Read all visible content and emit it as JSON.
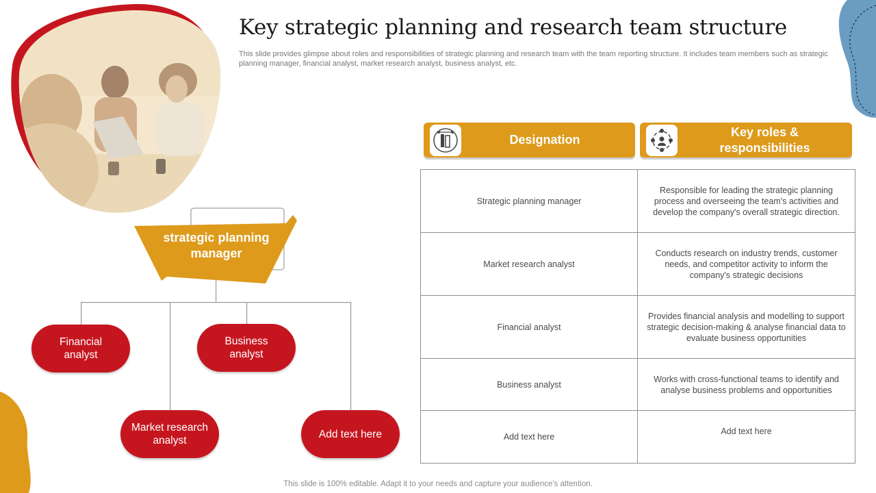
{
  "slide": {
    "title": "Key strategic planning and research team structure",
    "subtitle": "This slide provides glimpse about roles and responsibilities of strategic planning and research team with the team reporting structure. It includes team members such as strategic planning manager, financial analyst, market research analyst, business analyst, etc.",
    "footer": "This slide is 100% editable. Adapt it to your needs and capture your audience's attention."
  },
  "colors": {
    "gold": "#dd9a1b",
    "red": "#c5161f",
    "blue": "#6b9dc2",
    "photo_tint": "#f4e6cc"
  },
  "org_chart": {
    "manager": "strategic planning manager",
    "members": [
      "Financial analyst",
      "Business analyst",
      "Market research analyst",
      "Add text here"
    ]
  },
  "table": {
    "headers": [
      {
        "label": "Designation",
        "icon": "ruler-pencil-icon"
      },
      {
        "label": "Key roles & responsibilities",
        "icon": "team-network-icon"
      }
    ],
    "rows": [
      {
        "designation": "Strategic planning manager",
        "roles": "Responsible for leading the strategic planning process and overseeing the team's activities and develop the company's overall strategic direction."
      },
      {
        "designation": "Market research analyst",
        "roles": "Conducts research on industry trends, customer needs, and competitor activity to inform the company's strategic decisions"
      },
      {
        "designation": "Financial analyst",
        "roles": "Provides financial analysis and modelling to support strategic decision-making & analyse financial data to evaluate  business opportunities"
      },
      {
        "designation": "Business analyst",
        "roles": "Works with cross-functional teams to identify and analyse business problems and opportunities"
      },
      {
        "designation": "Add text here",
        "roles": "Add text here"
      }
    ]
  }
}
